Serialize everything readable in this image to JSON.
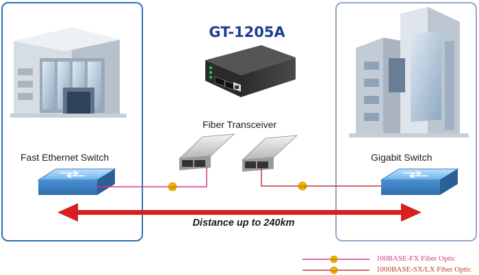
{
  "diagram": {
    "model_name": "GT-1205A",
    "transceiver_label": "Fiber Transceiver",
    "left_switch_label": "Fast Ethernet Switch",
    "right_switch_label": "Gigabit Switch",
    "distance_label": "Distance up to 240km",
    "badge_100": "100",
    "badge_1000": "1000"
  },
  "legend": {
    "fx_label": "100BASE-FX Fiber Optic",
    "sx_label": "1000BASE-SX/LX Fiber Optic",
    "fx_badge": "100",
    "sx_badge": "1000"
  },
  "colors": {
    "left_panel_border": "#2a6db5",
    "right_panel_border": "#8fa6c6",
    "fiber_100": "#d63384",
    "fiber_1000": "#c0392b",
    "distance_arrow": "#d81e1e",
    "badge_fill": "#f6b800",
    "title": "#1d3f8f"
  }
}
